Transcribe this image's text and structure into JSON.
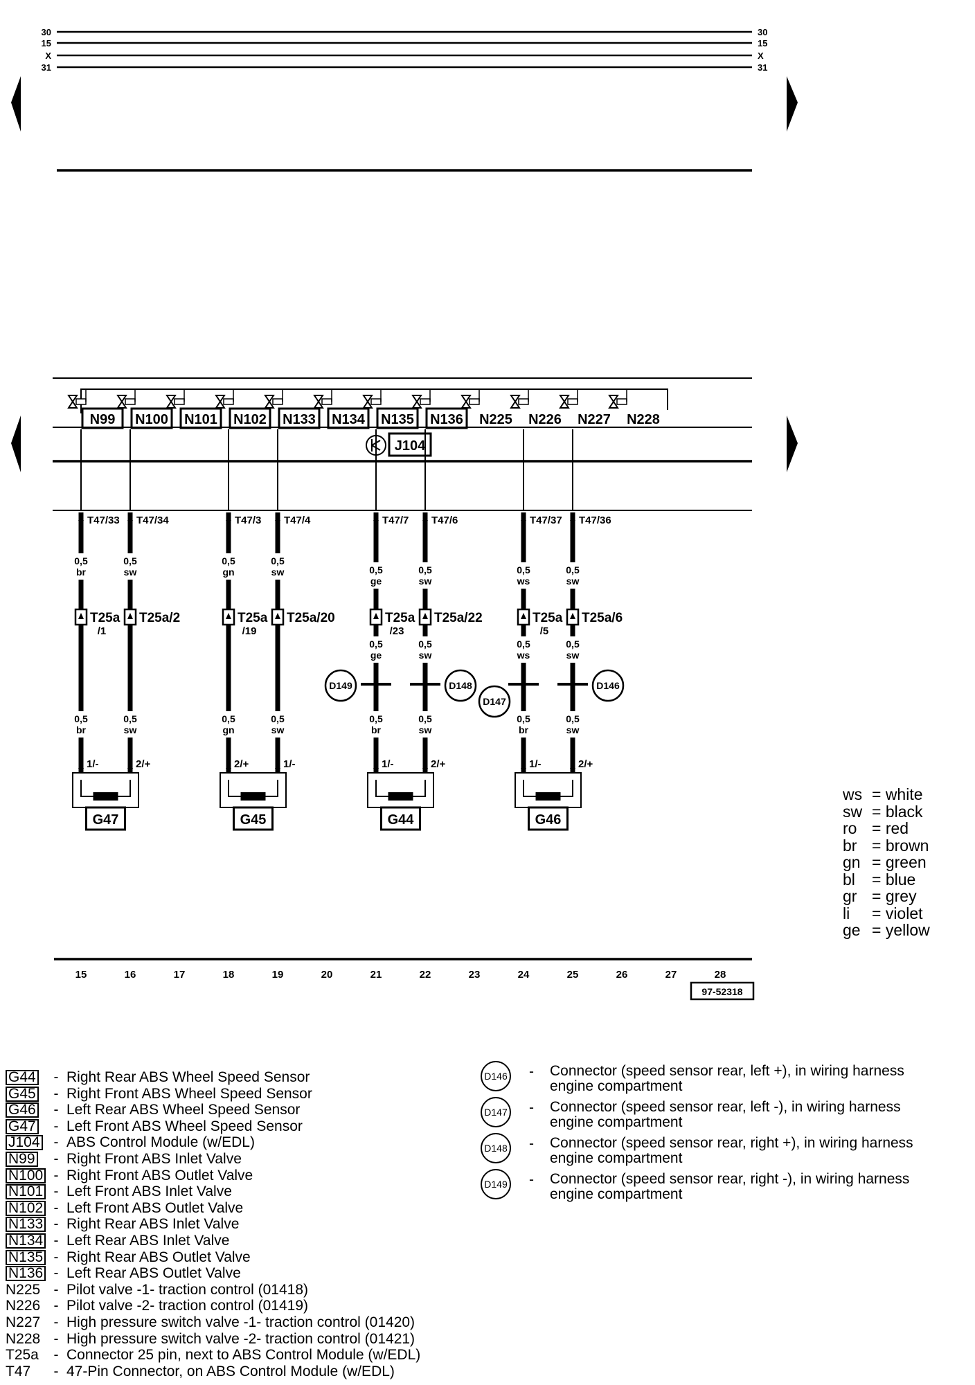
{
  "bus_labels": [
    "30",
    "15",
    "X",
    "31"
  ],
  "valves": [
    {
      "code": "N99",
      "boxed": true
    },
    {
      "code": "N100",
      "boxed": true
    },
    {
      "code": "N101",
      "boxed": true
    },
    {
      "code": "N102",
      "boxed": true
    },
    {
      "code": "N133",
      "boxed": true
    },
    {
      "code": "N134",
      "boxed": true
    },
    {
      "code": "N135",
      "boxed": true
    },
    {
      "code": "N136",
      "boxed": true
    },
    {
      "code": "N225",
      "boxed": false
    },
    {
      "code": "N226",
      "boxed": false
    },
    {
      "code": "N227",
      "boxed": false
    },
    {
      "code": "N228",
      "boxed": false
    }
  ],
  "module": "J104",
  "t47_labels": [
    "T47/33",
    "T47/34",
    "T47/3",
    "T47/4",
    "T47/7",
    "T47/6",
    "T47/37",
    "T47/36"
  ],
  "wires_upper": [
    {
      "size": "0,5",
      "color": "br"
    },
    {
      "size": "0,5",
      "color": "sw"
    },
    {
      "size": "0,5",
      "color": "gn"
    },
    {
      "size": "0,5",
      "color": "sw"
    },
    {
      "size": "0,5",
      "color": "ge"
    },
    {
      "size": "0,5",
      "color": "sw"
    },
    {
      "size": "0,5",
      "color": "ws"
    },
    {
      "size": "0,5",
      "color": "sw"
    }
  ],
  "t25_labels": [
    {
      "main": "T25a",
      "sub": "/1"
    },
    {
      "main": "T25a/2",
      "sub": ""
    },
    {
      "main": "T25a",
      "sub": "/19"
    },
    {
      "main": "T25a/20",
      "sub": ""
    },
    {
      "main": "T25a",
      "sub": "/23"
    },
    {
      "main": "T25a/22",
      "sub": ""
    },
    {
      "main": "T25a",
      "sub": "/5"
    },
    {
      "main": "T25a/6",
      "sub": ""
    }
  ],
  "wires_mid": [
    {
      "size": "0,5",
      "color": "ge"
    },
    {
      "size": "0,5",
      "color": "sw"
    },
    {
      "size": "0,5",
      "color": "ws"
    },
    {
      "size": "0,5",
      "color": "sw"
    }
  ],
  "splice_connectors": [
    "D149",
    "D148",
    "D147",
    "D146"
  ],
  "wires_lower": [
    {
      "size": "0,5",
      "color": "br"
    },
    {
      "size": "0,5",
      "color": "sw"
    },
    {
      "size": "0,5",
      "color": "gn"
    },
    {
      "size": "0,5",
      "color": "sw"
    },
    {
      "size": "0,5",
      "color": "br"
    },
    {
      "size": "0,5",
      "color": "sw"
    },
    {
      "size": "0,5",
      "color": "br"
    },
    {
      "size": "0,5",
      "color": "sw"
    }
  ],
  "pin_labels": [
    "1/-",
    "2/+",
    "2/+",
    "1/-",
    "1/-",
    "2/+",
    "1/-",
    "2/+"
  ],
  "sensors": [
    "G47",
    "G45",
    "G44",
    "G46"
  ],
  "track_numbers": [
    "15",
    "16",
    "17",
    "18",
    "19",
    "20",
    "21",
    "22",
    "23",
    "24",
    "25",
    "26",
    "27",
    "28"
  ],
  "diagram_ref": "97-52318",
  "color_key": [
    {
      "abbr": "ws",
      "name": "= white"
    },
    {
      "abbr": "sw",
      "name": "= black"
    },
    {
      "abbr": "ro",
      "name": "= red"
    },
    {
      "abbr": "br",
      "name": "= brown"
    },
    {
      "abbr": "gn",
      "name": "= green"
    },
    {
      "abbr": "bl",
      "name": "= blue"
    },
    {
      "abbr": "gr",
      "name": "= grey"
    },
    {
      "abbr": "li",
      "name": "= violet"
    },
    {
      "abbr": "ge",
      "name": "= yellow"
    }
  ],
  "legend": [
    {
      "code": "G44",
      "boxed": true,
      "desc": "Right Rear ABS Wheel Speed Sensor"
    },
    {
      "code": "G45",
      "boxed": true,
      "desc": "Right Front ABS Wheel Speed Sensor"
    },
    {
      "code": "G46",
      "boxed": true,
      "desc": "Left Rear ABS Wheel Speed Sensor"
    },
    {
      "code": "G47",
      "boxed": true,
      "desc": "Left Front ABS Wheel Speed Sensor"
    },
    {
      "code": "J104",
      "boxed": true,
      "desc": "ABS Control Module (w/EDL)"
    },
    {
      "code": "N99",
      "boxed": true,
      "desc": "Right Front ABS Inlet Valve"
    },
    {
      "code": "N100",
      "boxed": true,
      "desc": "Right Front ABS Outlet Valve"
    },
    {
      "code": "N101",
      "boxed": true,
      "desc": "Left Front ABS Inlet Valve"
    },
    {
      "code": "N102",
      "boxed": true,
      "desc": "Left Front ABS Outlet Valve"
    },
    {
      "code": "N133",
      "boxed": true,
      "desc": "Right Rear ABS Inlet Valve"
    },
    {
      "code": "N134",
      "boxed": true,
      "desc": "Left Rear ABS Inlet Valve"
    },
    {
      "code": "N135",
      "boxed": true,
      "desc": "Right Rear ABS Outlet Valve"
    },
    {
      "code": "N136",
      "boxed": true,
      "desc": "Left Rear ABS Outlet Valve"
    },
    {
      "code": "N225",
      "boxed": false,
      "desc": "Pilot valve -1- traction control (01418)"
    },
    {
      "code": "N226",
      "boxed": false,
      "desc": "Pilot valve -2- traction control (01419)"
    },
    {
      "code": "N227",
      "boxed": false,
      "desc": "High pressure switch valve -1- traction control (01420)"
    },
    {
      "code": "N228",
      "boxed": false,
      "desc": "High pressure switch valve -2- traction control (01421)"
    },
    {
      "code": "T25a",
      "boxed": false,
      "desc": "Connector 25 pin, next to ABS Control Module (w/EDL)"
    },
    {
      "code": "T47",
      "boxed": false,
      "desc": "47-Pin Connector, on ABS Control Module (w/EDL)"
    }
  ],
  "connector_legend": [
    {
      "code": "D146",
      "desc": "Connector (speed sensor rear, left +), in wiring harness engine compartment"
    },
    {
      "code": "D147",
      "desc": "Connector (speed sensor rear, left -), in wiring harness engine compartment"
    },
    {
      "code": "D148",
      "desc": "Connector (speed sensor rear, right +), in wiring harness engine compartment"
    },
    {
      "code": "D149",
      "desc": "Connector (speed sensor rear, right -), in wiring harness engine compartment"
    }
  ]
}
